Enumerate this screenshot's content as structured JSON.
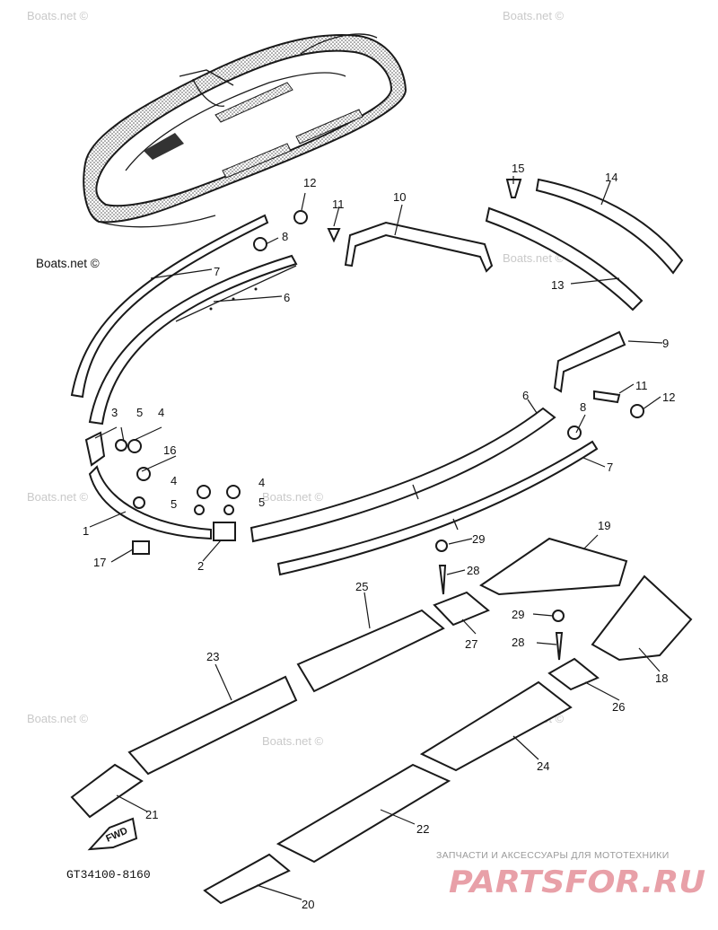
{
  "diagram_code": "GT34100-8160",
  "watermark": "Boats.net ©",
  "fwd_label": "FWD",
  "brand": {
    "tagline": "ЗАПЧАСТИ И АКСЕССУАРЫ ДЛЯ МОТОТЕХНИКИ",
    "logo_text": "PARTSFOR.RU",
    "logo_color": "#e8a0a8"
  },
  "callouts": [
    "1",
    "2",
    "3",
    "4",
    "4",
    "4",
    "5",
    "5",
    "5",
    "6",
    "6",
    "7",
    "7",
    "8",
    "8",
    "9",
    "10",
    "11",
    "11",
    "12",
    "12",
    "13",
    "14",
    "15",
    "16",
    "17",
    "18",
    "19",
    "20",
    "21",
    "22",
    "23",
    "24",
    "25",
    "26",
    "27",
    "28",
    "28",
    "29",
    "29"
  ]
}
